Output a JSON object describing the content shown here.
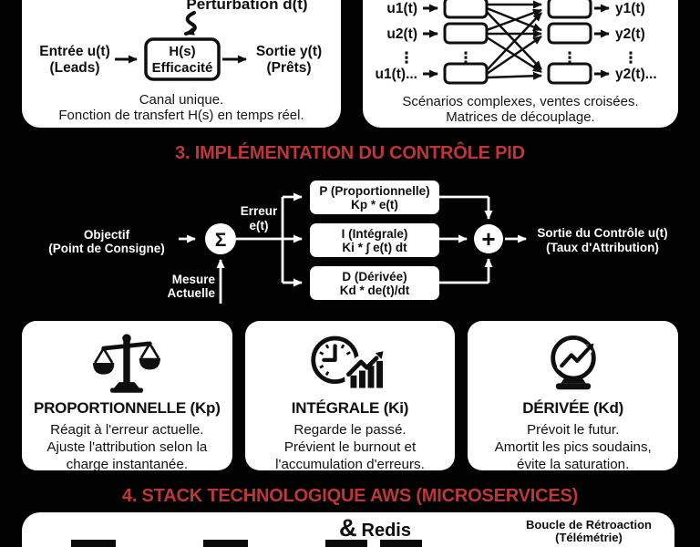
{
  "colors": {
    "background": "#020202",
    "panel": "#ffffff",
    "accent_red": "#bc3739",
    "ink": "#0f0f0f"
  },
  "top_left_panel": {
    "perturbation": "Perturbation d(t)",
    "input_line1": "Entrée u(t)",
    "input_line2": "(Leads)",
    "block_line1": "H(s)",
    "block_line2": "Efficacité",
    "output_line1": "Sortie y(t)",
    "output_line2": "(Prêts)",
    "caption_line1": "Canal unique.",
    "caption_line2": "Fonction de transfert H(s) en temps réel."
  },
  "top_right_panel": {
    "input1": "u1(t)",
    "input2": "u2(t)",
    "input3": "u1(t)...",
    "output1": "y1(t)",
    "output2": "y2(t)",
    "output3": "y2(t)...",
    "dots": "⋮",
    "caption_line1": "Scénarios complexes, ventes croisées.",
    "caption_line2": "Matrices de découplage."
  },
  "pid_section": {
    "title": "3. IMPLÉMENTATION DU CONTRÔLE PID",
    "setpoint_line1": "Objectif",
    "setpoint_line2": "(Point de Consigne)",
    "error_line1": "Erreur",
    "error_line2": "e(t)",
    "measure_line1": "Mesure",
    "measure_line2": "Actuelle",
    "sigma": "Σ",
    "plus": "+",
    "block_p_line1": "P (Proportionnelle)",
    "block_p_line2": "Kp * e(t)",
    "block_i_line1": "I (Intégrale)",
    "block_i_line2": "Ki * ∫ e(t) dt",
    "block_d_line1": "D (Dérivée)",
    "block_d_line2": "Kd * de(t)/dt",
    "output_line1": "Sortie du Contrôle u(t)",
    "output_line2": "(Taux d'Attribution)"
  },
  "cards": [
    {
      "icon": "balance-scale-icon",
      "title": "PROPORTIONNELLE (Kp)",
      "line1": "Réagit à l'erreur actuelle.",
      "line2": "Ajuste l'attribution selon la",
      "line3": "charge instantanée."
    },
    {
      "icon": "clock-trend-icon",
      "title": "INTÉGRALE (Ki)",
      "line1": "Regarde le passé.",
      "line2": "Prévient le burnout et",
      "line3": "l'accumulation d'erreurs."
    },
    {
      "icon": "crystal-ball-icon",
      "title": "DÉRIVÉE (Kd)",
      "line1": "Prévoit le futur.",
      "line2": "Amortit les pics soudains,",
      "line3": "évite la saturation."
    }
  ],
  "stack_section": {
    "title": "4. STACK TECHNOLOGIQUE AWS (MICROSERVICES)",
    "redis_ampersand": "&",
    "redis_label": "Redis",
    "feedback_line1": "Boucle de Rétroaction",
    "feedback_line2": "(Télémétrie)"
  }
}
